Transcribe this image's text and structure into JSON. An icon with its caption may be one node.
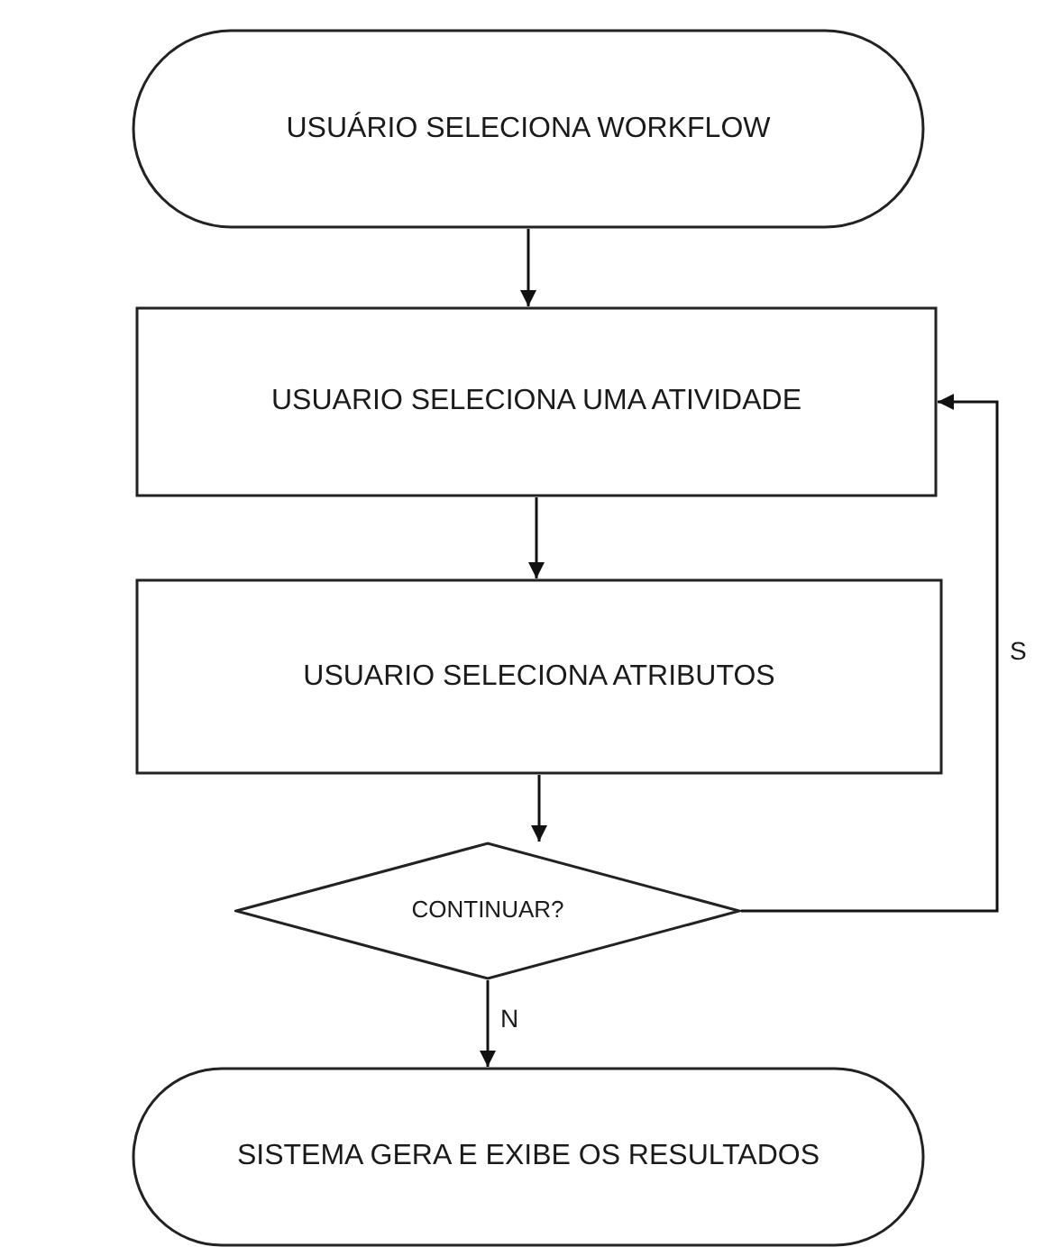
{
  "diagram": {
    "nodes": [
      {
        "text": [
          "USUÁRIO SELECIONA WORKFLOW"
        ]
      },
      {
        "text": [
          "USUARIO SELECIONA UMA ATIVIDADE"
        ]
      },
      {
        "text": [
          "USUARIO SELECIONA ATRIBUTOS"
        ]
      },
      {
        "text": [
          "CONTINUAR?"
        ]
      },
      {
        "text": [
          "SISTEMA GERA E EXIBE OS RESULTADOS"
        ]
      }
    ],
    "edges": [
      {
        "from": 0,
        "to": 1,
        "arrow": "to"
      },
      {
        "from": 1,
        "to": 2,
        "arrow": "to"
      },
      {
        "from": 2,
        "to": 3,
        "arrow": "to"
      },
      {
        "from": 3,
        "to": 4,
        "arrow": "to",
        "label": "N"
      },
      {
        "from": 3,
        "to": 1,
        "arrow": "to",
        "label": "S"
      }
    ]
  }
}
